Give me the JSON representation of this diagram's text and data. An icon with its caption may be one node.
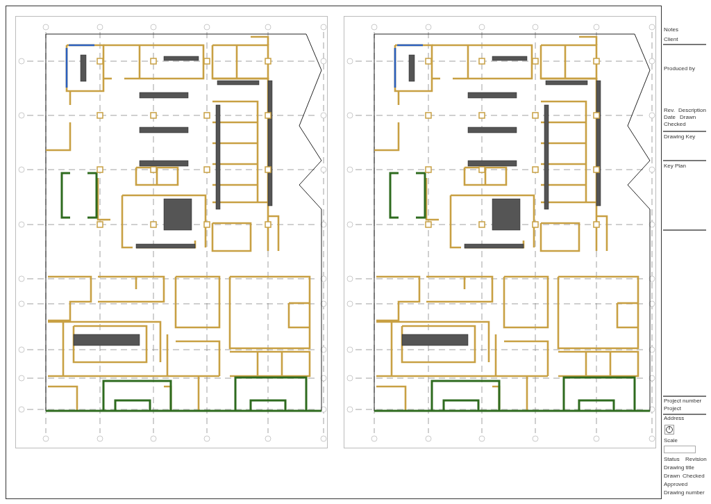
{
  "diagram": {
    "labels": [
      "Notes",
      "Client",
      "Produced by",
      "Rev.",
      "Description",
      "Date",
      "Drawn",
      "Checked",
      "Drawing Key",
      "Key Plan",
      "Project number",
      "Project",
      "Address",
      "Scale",
      "Status",
      "Revision",
      "Drawing title",
      "Drawn",
      "Checked",
      "Approved",
      "Drawing number"
    ]
  }
}
